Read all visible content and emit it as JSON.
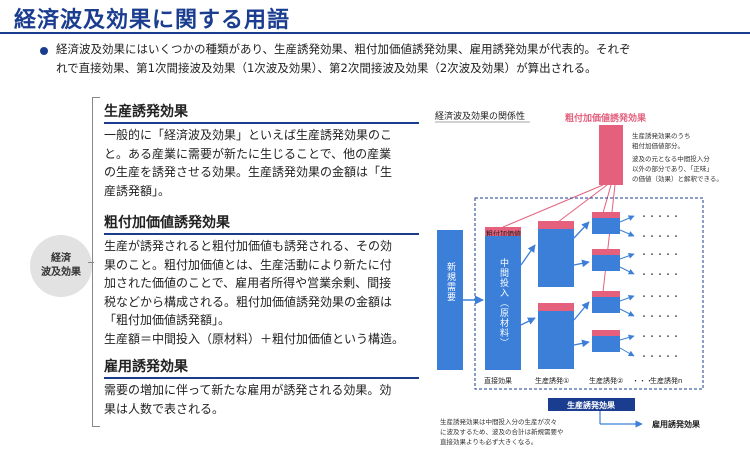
{
  "page": {
    "title": "経済波及効果に関する用語",
    "intro_line1": "経済波及効果にはいくつかの種類があり、生産誘発効果、粗付加価値誘発効果、雇用誘発効果が代表的。それぞ",
    "intro_line2": "れで直接効果、第1次間接波及効果（1次波及効果）、第2次間接波及効果（2次波及効果）が算出される。"
  },
  "category": {
    "line1": "経済",
    "line2": "波及効果"
  },
  "sections": [
    {
      "title": "生産誘発効果",
      "lines": [
        "一般的に「経済波及効果」といえば生産誘発効果のこ",
        "と。ある産業に需要が新たに生じることで、他の産業",
        "の生産を誘発させる効果。生産誘発効果の金額は「生",
        "産誘発額」。"
      ]
    },
    {
      "title": "粗付加価値誘発効果",
      "lines": [
        "生産が誘発されると粗付加価値も誘発される、その効",
        "果のこと。粗付加価値とは、生産活動により新たに付",
        "加された価値のことで、雇用者所得や営業余剰、間接",
        "税などから構成される。粗付加価値誘発効果の金額は",
        "「粗付加価値誘発額」。",
        "生産額＝中間投入（原材料）＋粗付加価値という構造。"
      ]
    },
    {
      "title": "雇用誘発効果",
      "lines": [
        "需要の増加に伴って新たな雇用が誘発される効果。効",
        "果は人数で表される。"
      ]
    }
  ],
  "diagram": {
    "heading": "経済波及効果の関係性",
    "gva_label": "粗付加価値誘発効果",
    "gva_note": [
      "生産誘発効果のうち",
      "粗付加価値部分。",
      "波及の元となる中間投入分",
      "以外の部分であり、「正味」",
      "の価値（効果）と解釈できる。"
    ],
    "new_demand": "新規需要",
    "gva_tag": "粗付加価値",
    "intermediate": "中間投入（原材料）",
    "dots": "・・・・・",
    "dots_short": "・・・",
    "stage_labels": [
      "直接効果",
      "生産誘発①",
      "生産誘発②",
      "生産誘発n"
    ],
    "production_label": "生産誘発効果",
    "employment_label": "雇用誘発効果",
    "bottom_note": [
      "生産誘発効果は中間投入分の生産が次々",
      "に波及するため、波及の合計は新規需要や",
      "直接効果よりも必ず大きくなる。"
    ],
    "colors": {
      "blue": "#3b7fd9",
      "pink": "#e4607d",
      "navy": "#1a3d8f",
      "light_blue": "#5a9be6"
    }
  }
}
